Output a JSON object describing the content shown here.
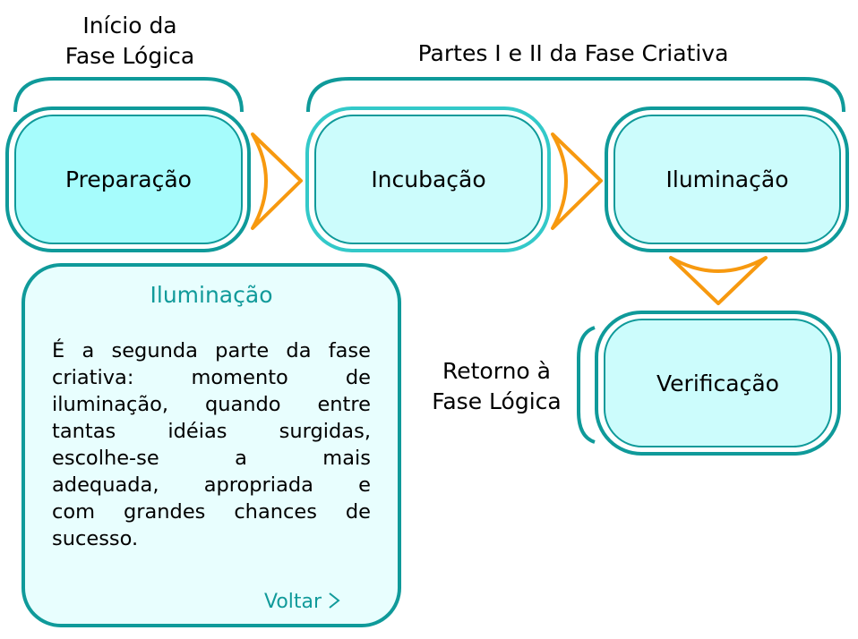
{
  "labels": {
    "logic_start": [
      "Início da",
      "Fase Lógica"
    ],
    "creative": "Partes I e II da Fase Criativa",
    "return": [
      "Retorno à",
      "Fase Lógica"
    ]
  },
  "stages": {
    "preparacao": "Preparação",
    "incubacao": "Incubação",
    "iluminacao": "Iluminação",
    "verificacao": "Verificação"
  },
  "panel": {
    "title": "Iluminação",
    "lines": [
      "É a segunda parte da fase",
      "criativa: momento de",
      "iluminação, quando entre",
      "tantas idéias surgidas,",
      "escolhe-se a mais",
      "adequada, apropriada e",
      "com grandes chances de",
      "sucesso."
    ],
    "back_label": "Voltar",
    "back_icon": "chevron-right-icon"
  },
  "colors": {
    "teal": "#0f9a9a",
    "light_teal": "#33c9c9",
    "fill_active": "#a6fcfc",
    "fill": "#ccfcfc",
    "panel_fill": "#e8fefe",
    "arrow": "#f7990f"
  }
}
